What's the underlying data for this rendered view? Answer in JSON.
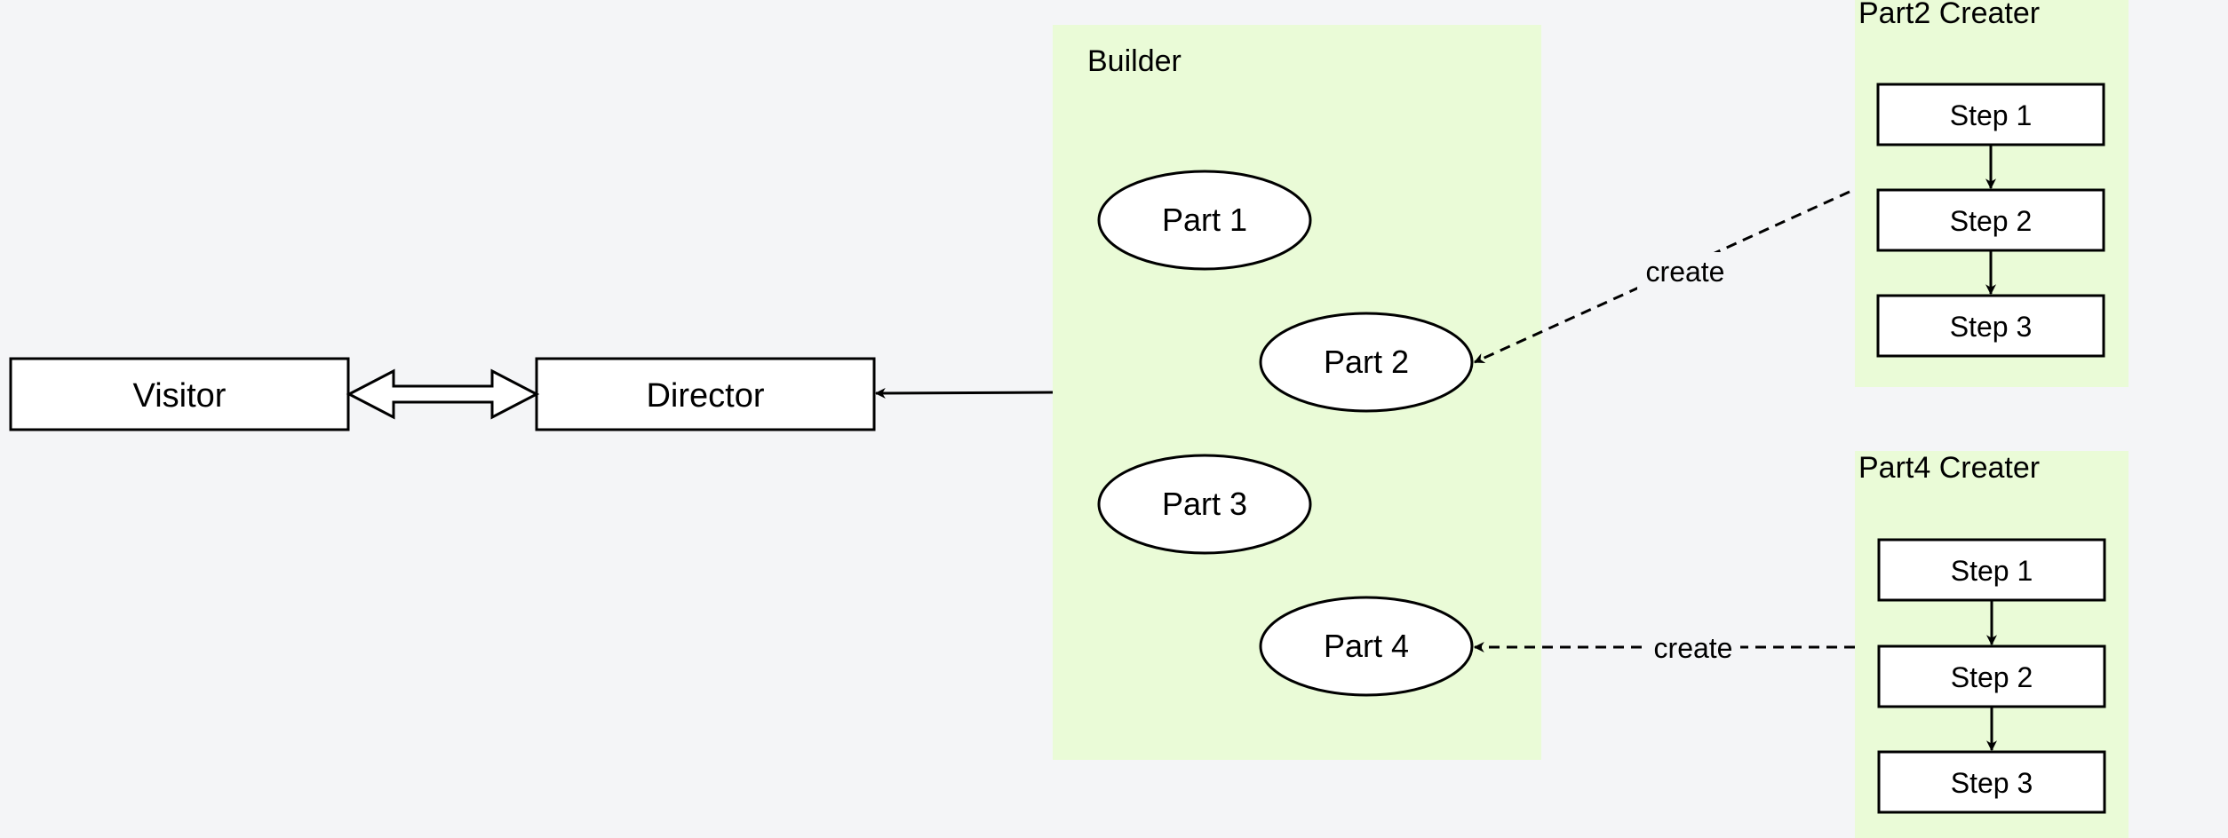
{
  "colors": {
    "background": "#f4f5f7",
    "container": "#eafbd7",
    "box_fill": "#ffffff",
    "stroke": "#000000"
  },
  "nodes": {
    "visitor": "Visitor",
    "director": "Director"
  },
  "builder": {
    "label": "Builder",
    "parts": [
      "Part 1",
      "Part 2",
      "Part 3",
      "Part 4"
    ]
  },
  "part2_creater": {
    "label": "Part2 Creater",
    "steps": [
      "Step 1",
      "Step 2",
      "Step 3"
    ]
  },
  "part4_creater": {
    "label": "Part4 Creater",
    "steps": [
      "Step 1",
      "Step 2",
      "Step 3"
    ]
  },
  "edges": {
    "create_to_part2": "create",
    "create_to_part4": "create"
  }
}
